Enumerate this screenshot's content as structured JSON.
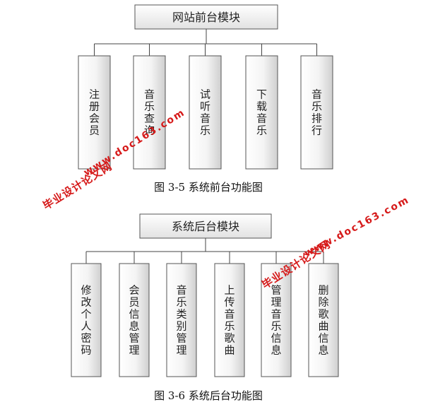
{
  "frontend": {
    "root": "网站前台模块",
    "children": [
      "注册会员",
      "音乐查询",
      "试听音乐",
      "下载音乐",
      "音乐排行"
    ],
    "caption": "图  3-5  系统前台功能图"
  },
  "backend": {
    "root": "系统后台模块",
    "children": [
      "修改个人密码",
      "会员信息管理",
      "音乐类别管理",
      "上传音乐歌曲",
      "管理音乐信息",
      "删除歌曲信息"
    ],
    "caption": "图  3-6  系统后台功能图"
  },
  "watermarks": {
    "site_name": "毕业设计论文网",
    "url": "www.doc163.com"
  }
}
